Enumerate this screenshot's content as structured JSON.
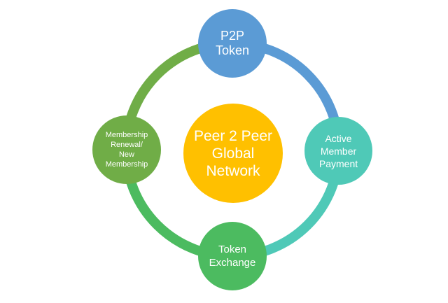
{
  "center": {
    "lines": [
      "Peer 2 Peer",
      "Global",
      "Network"
    ],
    "color": "#FFC000"
  },
  "nodes": [
    {
      "id": "p2p-token",
      "lines": [
        "P2P",
        "Token"
      ],
      "color": "#5B9BD5"
    },
    {
      "id": "active-member-payment",
      "lines": [
        "Active",
        "Member",
        "Payment"
      ],
      "color": "#4FC9B7"
    },
    {
      "id": "token-exchange",
      "lines": [
        "Token",
        "Exchange"
      ],
      "color": "#4CBB60"
    },
    {
      "id": "membership",
      "lines": [
        "Membership",
        "Renewal/",
        "New",
        "Membership"
      ],
      "color": "#70AD47"
    }
  ],
  "arcs": {
    "top_right": "#5B9BD5",
    "bottom_right": "#4FC9B7",
    "bottom_left": "#4CBB60",
    "top_left": "#70AD47"
  }
}
